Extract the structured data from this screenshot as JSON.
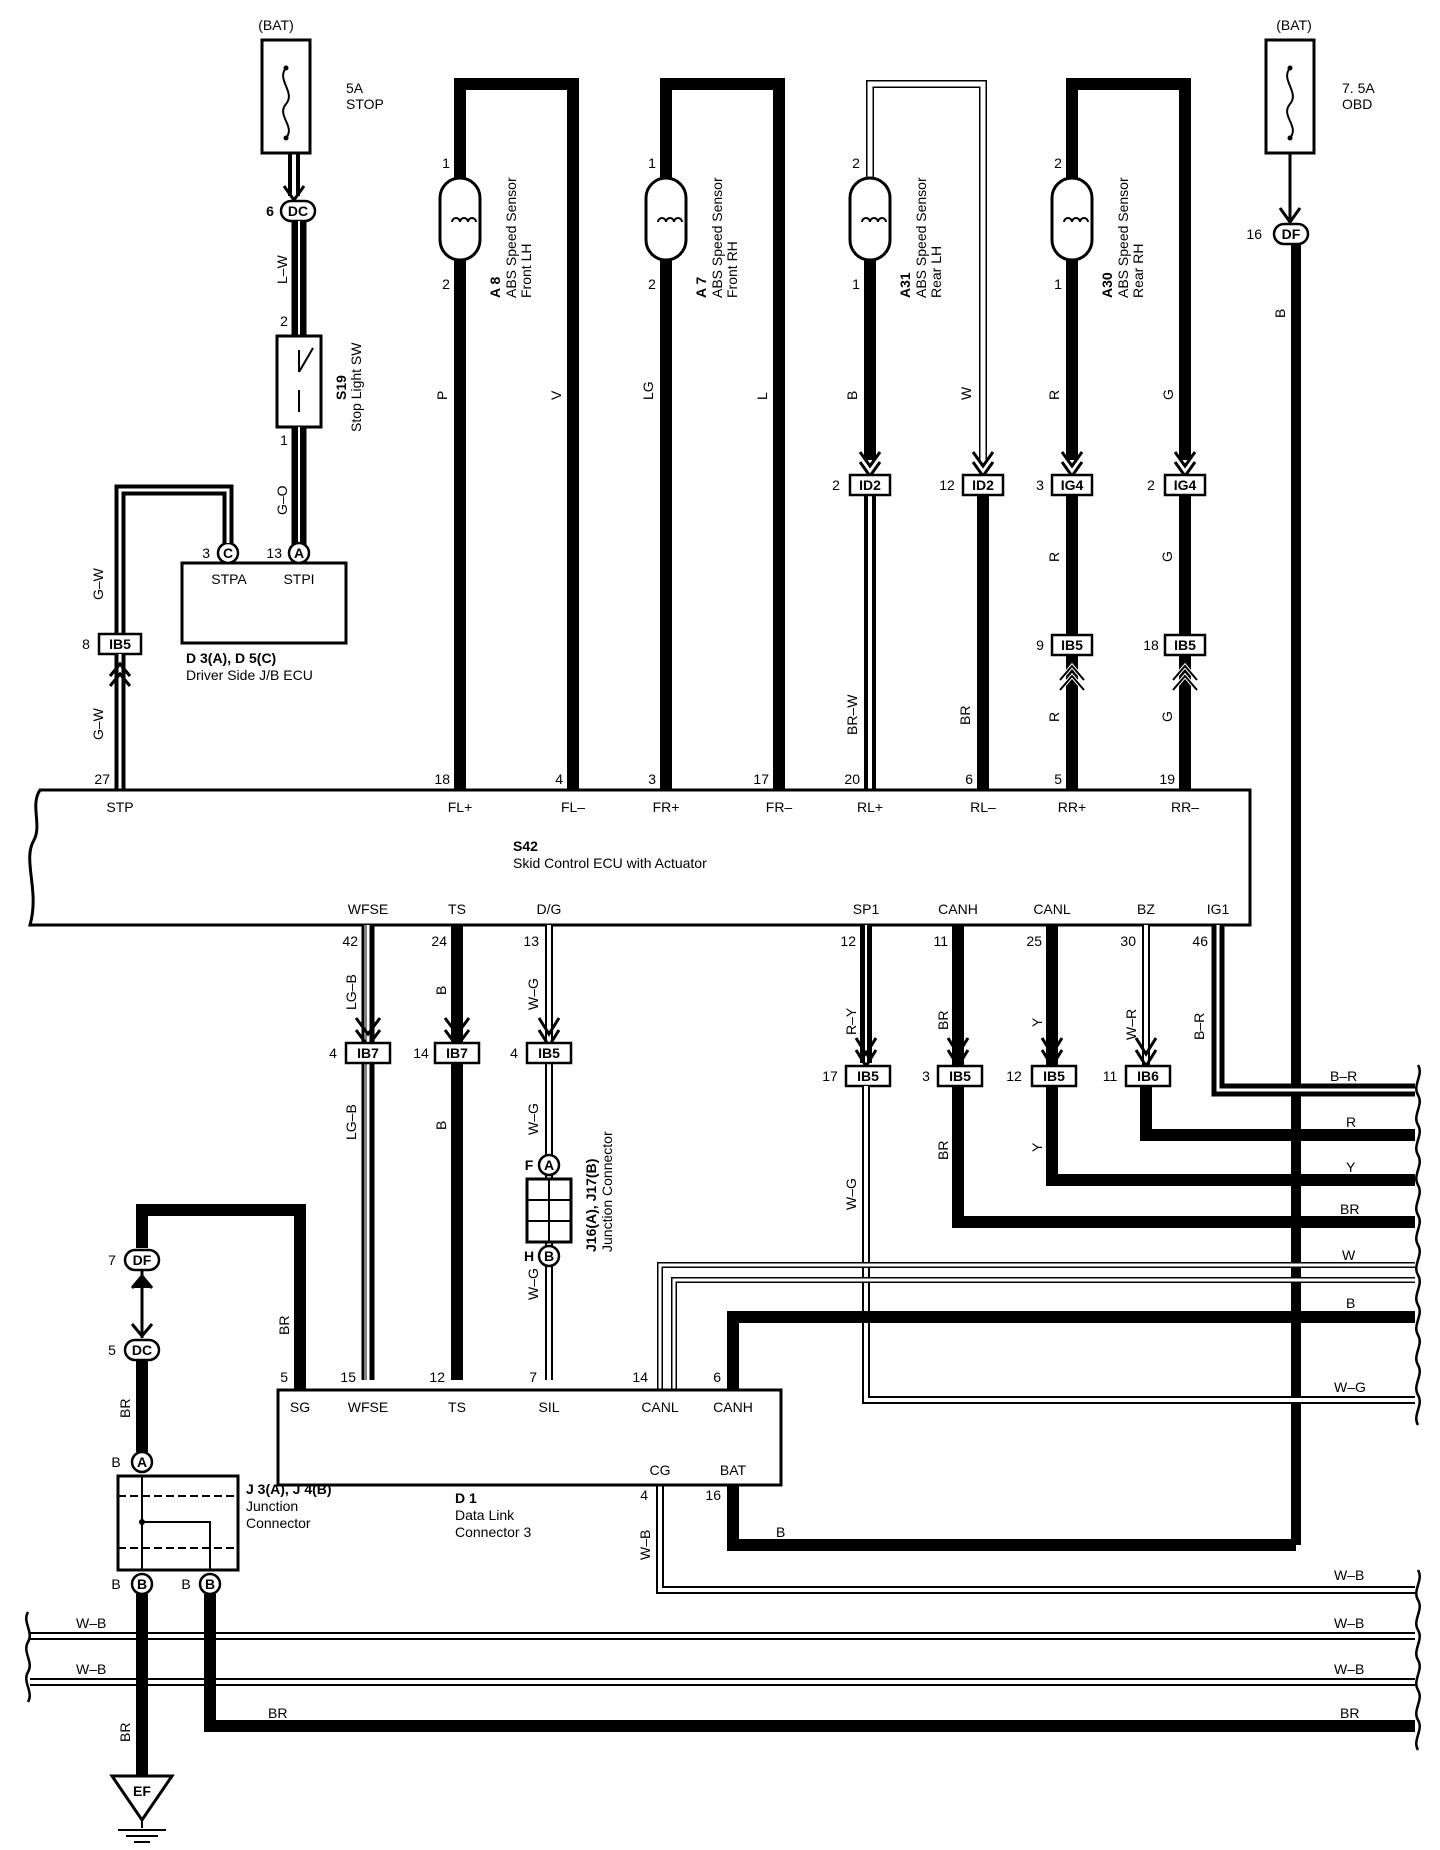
{
  "power": {
    "bat_label": "(BAT)",
    "fuse_stop_rating": "5A",
    "fuse_stop_name": "STOP",
    "fuse_obd_rating": "7. 5A",
    "fuse_obd_name": "OBD"
  },
  "connectors": {
    "dc": "DC",
    "df": "DF",
    "ib5": "IB5",
    "ib6": "IB6",
    "ib7": "IB7",
    "id2": "ID2",
    "ig4": "IG4",
    "a": "A",
    "b": "B",
    "c": "C",
    "ef": "EF",
    "f": "F",
    "h": "H"
  },
  "components": {
    "stop_sw_id": "S19",
    "stop_sw_name": "Stop Light SW",
    "jb_ecu_id": "D 3(A), D 5(C)",
    "jb_ecu_name": "Driver Side J/B ECU",
    "stpa": "STPA",
    "stpi": "STPI",
    "a8_id": "A 8",
    "a8_name1": "ABS Speed Sensor",
    "a8_name2": "Front LH",
    "a7_id": "A 7",
    "a7_name1": "ABS Speed Sensor",
    "a7_name2": "Front RH",
    "a31_id": "A31",
    "a31_name1": "ABS Speed Sensor",
    "a31_name2": "Rear LH",
    "a30_id": "A30",
    "a30_name1": "ABS Speed Sensor",
    "a30_name2": "Rear RH",
    "ecu_id": "S42",
    "ecu_name": "Skid Control ECU with Actuator",
    "dlc_id": "D 1",
    "dlc_name1": "Data Link",
    "dlc_name2": "Connector 3",
    "jc_id": "J16(A), J17(B)",
    "jc_name": "Junction Connector",
    "j3_id": "J 3(A), J 4(B)",
    "j3_name1": "Junction",
    "j3_name2": "Connector"
  },
  "ecu_pins_top": [
    "STP",
    "FL+",
    "FL–",
    "FR+",
    "FR–",
    "RL+",
    "RL–",
    "RR+",
    "RR–"
  ],
  "ecu_pins_top_num": [
    "27",
    "18",
    "4",
    "3",
    "17",
    "20",
    "6",
    "5",
    "19"
  ],
  "ecu_pins_bottom": [
    "WFSE",
    "TS",
    "D/G",
    "SP1",
    "CANH",
    "CANL",
    "BZ",
    "IG1"
  ],
  "ecu_pins_bottom_num": [
    "42",
    "24",
    "13",
    "12",
    "11",
    "25",
    "30",
    "46"
  ],
  "dlc_pins": [
    "SG",
    "WFSE",
    "TS",
    "SIL",
    "CANL",
    "CANH",
    "CG",
    "BAT"
  ],
  "dlc_pins_num": [
    "5",
    "15",
    "12",
    "7",
    "14",
    "6",
    "4",
    "16"
  ],
  "wire_colors": {
    "lw": "L–W",
    "go": "G–O",
    "gw": "G–W",
    "p": "P",
    "v": "V",
    "lg": "LG",
    "l": "L",
    "b": "B",
    "w": "W",
    "r": "R",
    "g": "G",
    "brw": "BR–W",
    "br": "BR",
    "lgb": "LG–B",
    "wg": "W–G",
    "ry": "R–Y",
    "y": "Y",
    "wr": "W–R",
    "br2": "B–R",
    "wb": "W–B"
  },
  "pin_numbers": {
    "n1": "1",
    "n2": "2",
    "n3": "3",
    "n4": "4",
    "n5": "5",
    "n6": "6",
    "n7": "7",
    "n8": "8",
    "n9": "9",
    "n11": "11",
    "n12": "12",
    "n13": "13",
    "n14": "14",
    "n16": "16",
    "n17": "17",
    "n18": "18"
  }
}
